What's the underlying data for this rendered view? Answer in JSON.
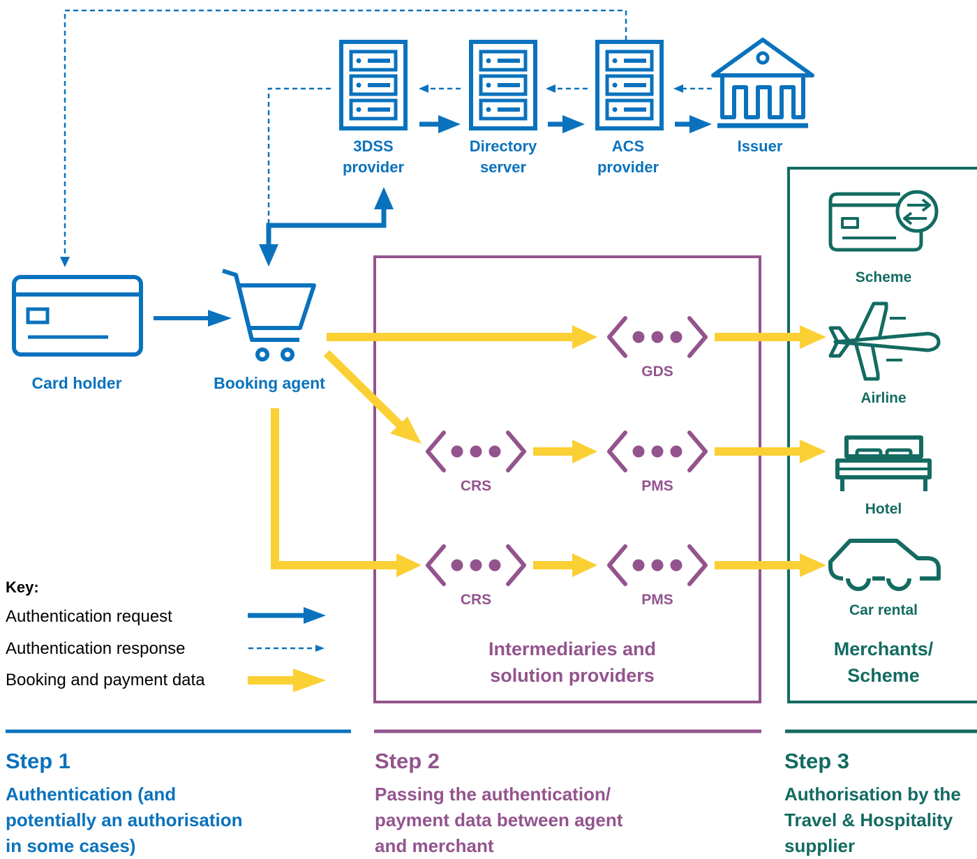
{
  "colors": {
    "blue": "#0a72bd",
    "purple": "#93548e",
    "teal": "#136b61",
    "yellow": "#fbd035"
  },
  "nodes": {
    "threedss": "3DSS\nprovider",
    "directory": "Directory\nserver",
    "acs": "ACS\nprovider",
    "issuer": "Issuer",
    "card_holder": "Card holder",
    "booking_agent": "Booking agent",
    "gds": "GDS",
    "crs_1": "CRS",
    "pms_1": "PMS",
    "crs_2": "CRS",
    "pms_2": "PMS",
    "scheme": "Scheme",
    "airline": "Airline",
    "hotel": "Hotel",
    "car_rental": "Car rental"
  },
  "boxes": {
    "intermediaries": "Intermediaries and\nsolution providers",
    "merchants": "Merchants/\nScheme"
  },
  "key": {
    "title": "Key:",
    "request": "Authentication request",
    "response": "Authentication response",
    "booking": "Booking and payment data"
  },
  "steps": [
    {
      "title": "Step 1",
      "desc": "Authentication (and\npotentially an authorisation\nin some cases)"
    },
    {
      "title": "Step 2",
      "desc": "Passing the authentication/\npayment data between agent\nand merchant"
    },
    {
      "title": "Step 3",
      "desc": "Authorisation by the\nTravel & Hospitality\nsupplier"
    }
  ],
  "icons": {
    "server": "server-icon",
    "bank": "bank-icon",
    "card": "credit-card-icon",
    "cart": "shopping-cart-icon",
    "code": "code-brackets-icon",
    "card_exchange": "card-exchange-icon",
    "plane": "airplane-icon",
    "bed": "bed-icon",
    "car": "car-icon"
  }
}
